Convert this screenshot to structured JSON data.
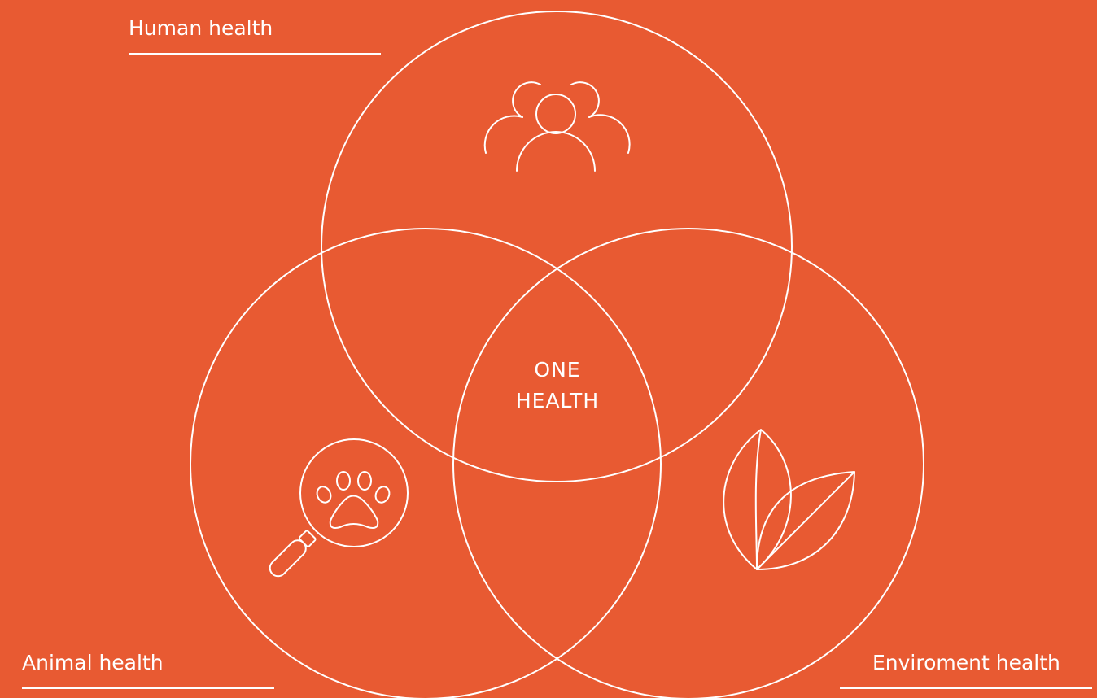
{
  "labels": {
    "human": "Human health",
    "animal": "Animal health",
    "environment": "Enviroment health"
  },
  "center": {
    "line1": "ONE",
    "line2": "HEALTH"
  },
  "icons": {
    "human": "people-group-icon",
    "animal": "paw-magnifier-icon",
    "environment": "leaves-icon"
  },
  "colors": {
    "background": "#E85A32",
    "stroke": "#FFFFFF"
  }
}
